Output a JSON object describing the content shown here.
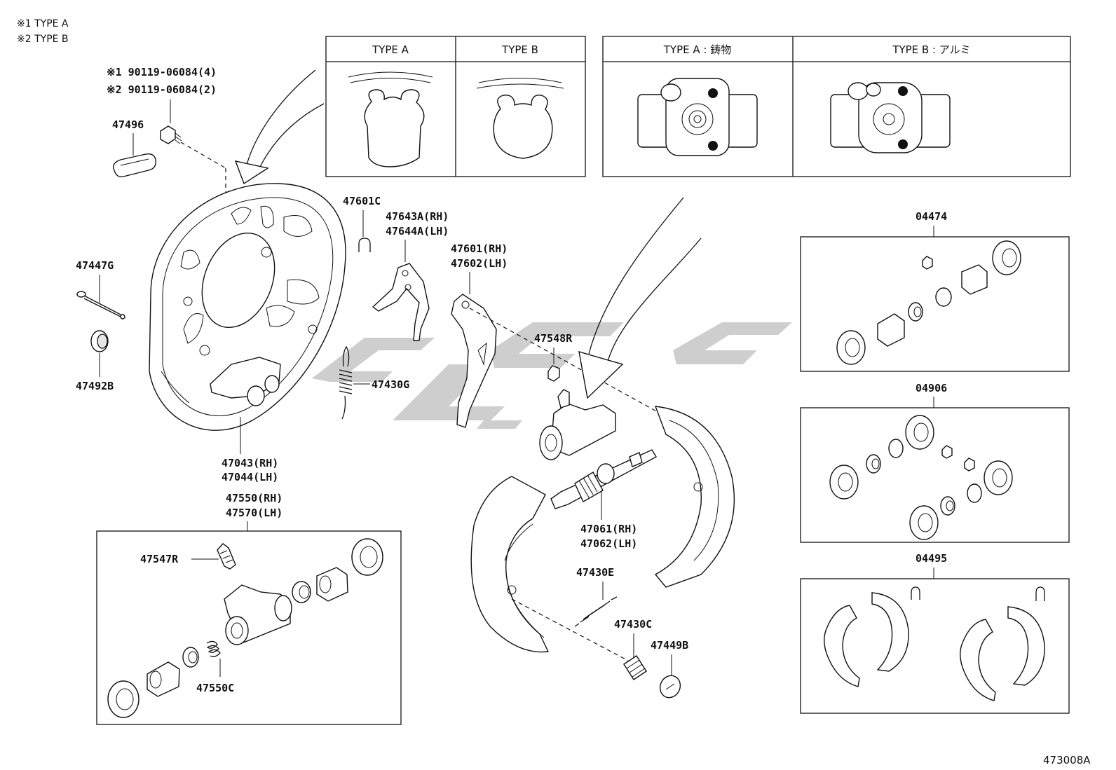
{
  "notes": {
    "note1": "※1 TYPE A",
    "note2": "※2 TYPE B"
  },
  "bolt_notes": {
    "a": "※1 90119-06084(4)",
    "b": "※2 90119-06084(2)"
  },
  "variant_tables": {
    "plate_type_a": "TYPE A",
    "plate_type_b": "TYPE B",
    "cylinder_type_a": "TYPE A : 鋳物",
    "cylinder_type_b": "TYPE B : アルミ"
  },
  "parts": {
    "p47496": "47496",
    "p47447g": "47447G",
    "p47492b": "47492B",
    "p47043_rh": "47043(RH)",
    "p47044_lh": "47044(LH)",
    "p47550_rh": "47550(RH)",
    "p47570_lh": "47570(LH)",
    "p47547r": "47547R",
    "p47550c": "47550C",
    "p47601c": "47601C",
    "p47643a_rh": "47643A(RH)",
    "p47644a_lh": "47644A(LH)",
    "p47601_rh": "47601(RH)",
    "p47602_lh": "47602(LH)",
    "p47430g": "47430G",
    "p47548r": "47548R",
    "p47061_rh": "47061(RH)",
    "p47062_lh": "47062(LH)",
    "p47430e": "47430E",
    "p47430c": "47430C",
    "p47449b": "47449B",
    "kit04474": "04474",
    "kit04906": "04906",
    "kit04495": "04495"
  },
  "figure_ref": "473008A"
}
